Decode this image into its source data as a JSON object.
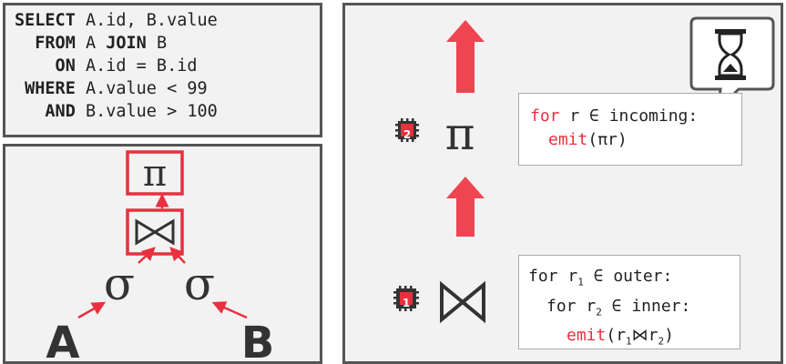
{
  "sql": {
    "lines": [
      {
        "kw": "SELECT",
        "rest": " A.id, B.value"
      },
      {
        "kw": "  FROM",
        "rest": " A ",
        "kw2": "JOIN",
        "rest2": " B"
      },
      {
        "kw": "    ON",
        "rest": " A.id = B.id"
      },
      {
        "kw": " WHERE",
        "rest": " A.value < 99"
      },
      {
        "kw": "   AND",
        "rest": " B.value > 100"
      }
    ]
  },
  "plan": {
    "projection_symbol": "π",
    "join_symbol": "⋈",
    "selection_symbol": "σ",
    "table_a": "A",
    "table_b": "B"
  },
  "pipeline": {
    "projection_worker": "2",
    "join_worker": "1",
    "projection_symbol": "π",
    "join_symbol": "⋈",
    "projection_code": {
      "line1_for": "for",
      "line1_rest": " r ∈ incoming:",
      "line2_emit": "emit",
      "line2_rest": "(πr)"
    },
    "join_code": {
      "outer_for": "for",
      "outer_var": " r",
      "outer_sub": "1",
      "outer_rest": " ∈ outer:",
      "inner_for": "for",
      "inner_var": " r",
      "inner_sub": "2",
      "inner_rest": " ∈ inner:",
      "emit": "emit",
      "emit_open": "(r",
      "emit_sub1": "1",
      "emit_join": "⋈r",
      "emit_sub2": "2",
      "emit_close": ")"
    },
    "callout_icon": "hourglass-icon"
  },
  "colors": {
    "accent": "#e8303e",
    "arrow": "#ef4451",
    "panel_bg": "#f2f2f2",
    "border": "#555555"
  }
}
